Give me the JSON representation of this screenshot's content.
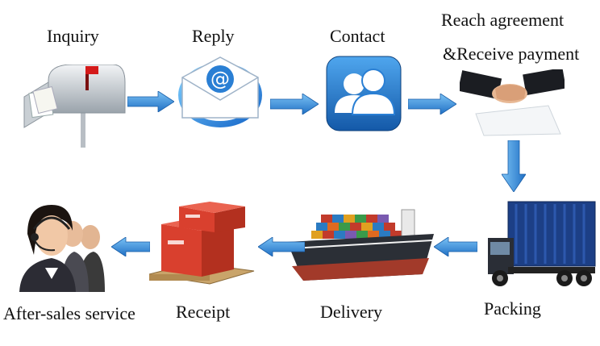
{
  "steps": {
    "inquiry": {
      "label": "Inquiry",
      "icon": "mailbox-icon"
    },
    "reply": {
      "label": "Reply",
      "icon": "email-at-icon"
    },
    "contact": {
      "label": "Contact",
      "icon": "contacts-icon"
    },
    "agreement": {
      "label_line1": "Reach agreement",
      "label_line2": "&Receive payment",
      "icon": "handshake-icon"
    },
    "packing": {
      "label": "Packing",
      "icon": "container-truck-icon"
    },
    "delivery": {
      "label": "Delivery",
      "icon": "cargo-ship-icon"
    },
    "receipt": {
      "label": "Receipt",
      "icon": "boxes-pallet-icon"
    },
    "after_sales": {
      "label": "After-sales service",
      "icon": "headset-agents-icon"
    }
  },
  "colors": {
    "arrow": "#2f8fdc",
    "contact_icon": "#1f73c4",
    "boxes": "#d9402e"
  }
}
